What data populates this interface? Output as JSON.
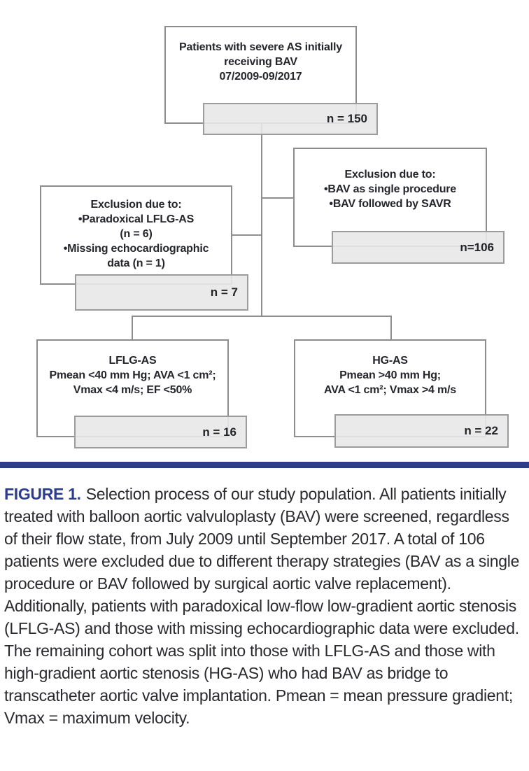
{
  "flowchart": {
    "screening_box": {
      "lines": [
        "Patients with severe AS initially",
        "receiving BAV",
        "07/2009-09/2017"
      ],
      "count_label": "n = 150"
    },
    "exclusion_right_box": {
      "lines": [
        "Exclusion due to:",
        "•BAV as single procedure",
        "•BAV followed by SAVR"
      ],
      "count_label": "n=106"
    },
    "exclusion_left_box": {
      "lines": [
        "Exclusion due to:",
        "•Paradoxical LFLG-AS",
        "(n = 6)",
        "•Missing echocardiographic",
        "data (n = 1)"
      ],
      "count_label": "n = 7"
    },
    "lflg_box": {
      "lines": [
        "LFLG-AS",
        "Pmean <40 mm Hg; AVA <1 cm²;",
        "Vmax <4 m/s; EF <50%"
      ],
      "count_label": "n = 16"
    },
    "hg_box": {
      "lines": [
        "HG-AS",
        "Pmean >40 mm Hg;",
        "AVA <1 cm²; Vmax >4 m/s"
      ],
      "count_label": "n = 22"
    }
  },
  "caption": {
    "label": "FIGURE 1.",
    "text": "Selection process of our study population. All patients initially treated with balloon aortic valvuloplasty (BAV) were screened, regardless of their flow state, from July 2009 until September 2017. A total of 106 patients were excluded due to different therapy strategies (BAV as a single procedure or BAV followed by surgical aortic valve replacement). Additionally, patients with paradoxical low-flow low-gradient aortic stenosis (LFLG-AS) and those with missing echocardiographic data were excluded. The remaining cohort was split into those with LFLG-AS and those with high-gradient aortic stenosis (HG-AS) who had BAV as bridge to transcatheter aortic valve implantation. Pmean = mean pressure gradient; Vmax = maximum velocity."
  },
  "colors": {
    "rule": "#2e3b87",
    "figure_label": "#2c3d90",
    "box_border": "#8d8d8d",
    "gray_fill": "#e8e8e8",
    "connector": "#8e8e8e",
    "text": "#25262b"
  }
}
